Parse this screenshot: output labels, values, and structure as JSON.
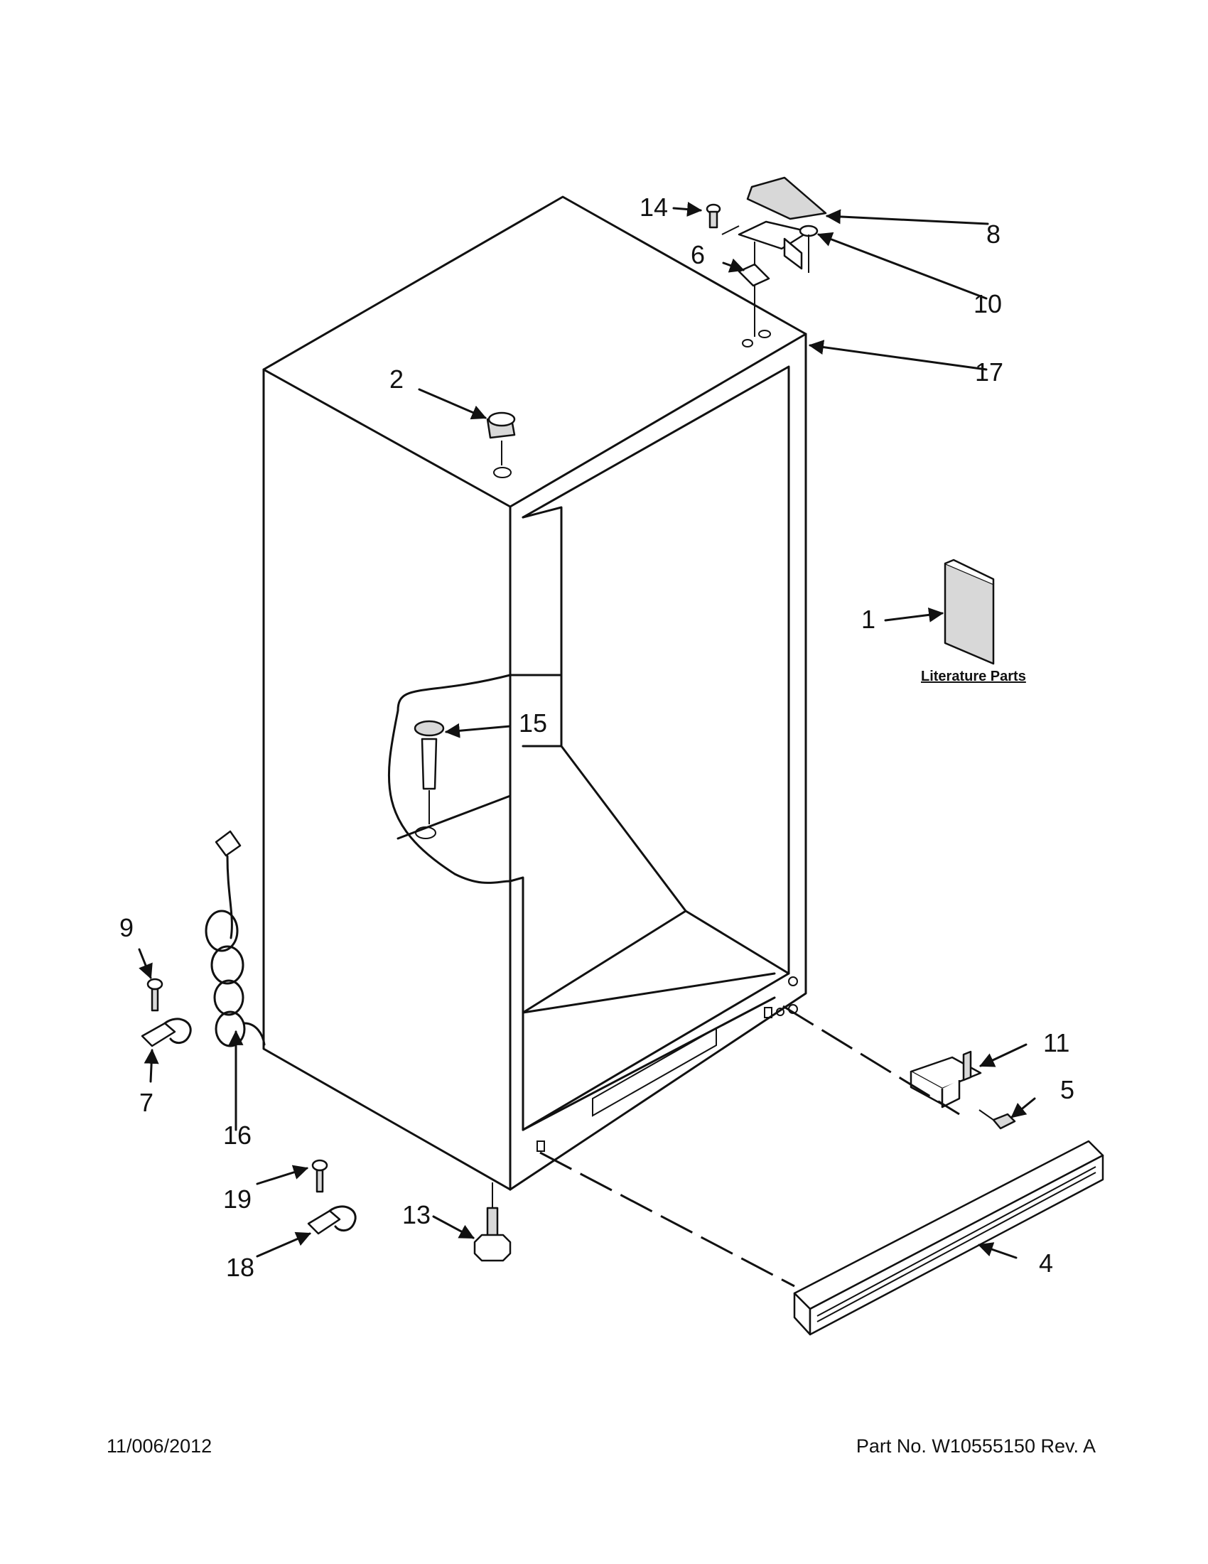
{
  "diagram": {
    "callouts": {
      "c1": "1",
      "c2": "2",
      "c4": "4",
      "c5": "5",
      "c6": "6",
      "c7": "7",
      "c8": "8",
      "c9": "9",
      "c10": "10",
      "c11": "11",
      "c13": "13",
      "c14": "14",
      "c15": "15",
      "c16": "16",
      "c17": "17",
      "c18": "18",
      "c19": "19"
    },
    "literature_label": "Literature Parts"
  },
  "footer": {
    "date": "11/006/2012",
    "part_no": "Part No.  W10555150  Rev.  A"
  }
}
